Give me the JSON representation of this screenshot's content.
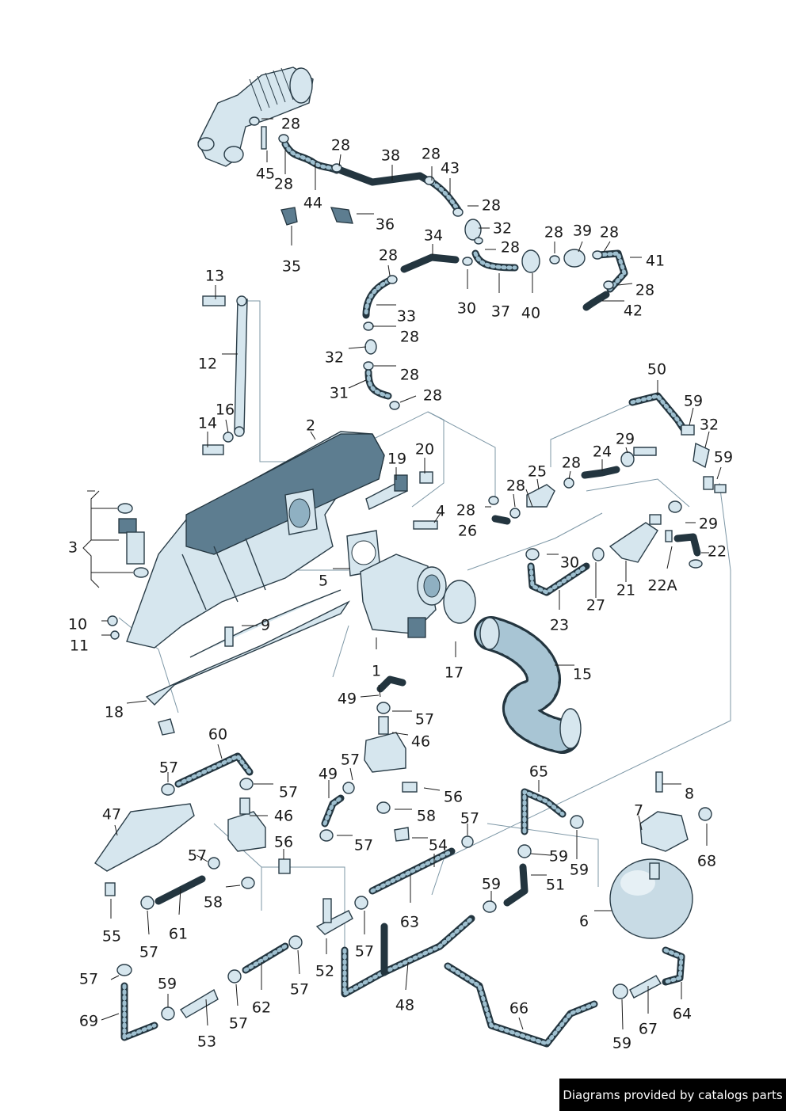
{
  "credit": "Diagrams provided by catalogs parts",
  "labels": [
    "1",
    "2",
    "3",
    "4",
    "5",
    "6",
    "7",
    "8",
    "9",
    "10",
    "11",
    "12",
    "13",
    "14",
    "15",
    "16",
    "17",
    "18",
    "19",
    "20",
    "21",
    "22",
    "22A",
    "23",
    "24",
    "25",
    "26",
    "27",
    "28",
    "29",
    "30",
    "31",
    "32",
    "33",
    "34",
    "35",
    "36",
    "37",
    "38",
    "39",
    "40",
    "41",
    "42",
    "43",
    "44",
    "45",
    "46",
    "47",
    "48",
    "49",
    "50",
    "51",
    "52",
    "53",
    "54",
    "55",
    "56",
    "57",
    "58",
    "59",
    "60",
    "61",
    "62",
    "63",
    "64",
    "65",
    "66",
    "67",
    "68",
    "69"
  ],
  "callouts": {
    "c1": "1",
    "c2": "2",
    "c3": "3",
    "c4": "4",
    "c5": "5",
    "c6": "6",
    "c7": "7",
    "c8": "8",
    "c9": "9",
    "c10": "10",
    "c11": "11",
    "c12": "12",
    "c13": "13",
    "c14": "14",
    "c15": "15",
    "c16": "16",
    "c17": "17",
    "c18": "18",
    "c19": "19",
    "c20": "20",
    "c21": "21",
    "c22": "22",
    "c22a": "22A",
    "c23": "23",
    "c24": "24",
    "c25": "25",
    "c26": "26",
    "c27": "27",
    "c28": "28",
    "c29": "29",
    "c30": "30",
    "c31": "31",
    "c32": "32",
    "c33": "33",
    "c34": "34",
    "c35": "35",
    "c36": "36",
    "c37": "37",
    "c38": "38",
    "c39": "39",
    "c40": "40",
    "c41": "41",
    "c42": "42",
    "c43": "43",
    "c44": "44",
    "c45": "45",
    "c46": "46",
    "c47": "47",
    "c48": "48",
    "c49": "49",
    "c50": "50",
    "c51": "51",
    "c52": "52",
    "c53": "53",
    "c54": "54",
    "c55": "55",
    "c56": "56",
    "c57": "57",
    "c58": "58",
    "c59": "59",
    "c60": "60",
    "c61": "61",
    "c62": "62",
    "c63": "63",
    "c64": "64",
    "c65": "65",
    "c66": "66",
    "c67": "67",
    "c68": "68",
    "c69": "69"
  }
}
